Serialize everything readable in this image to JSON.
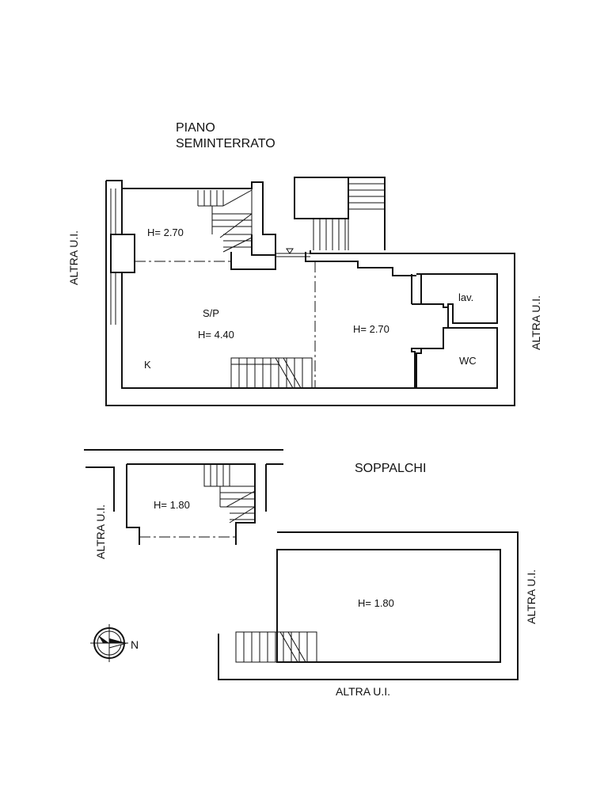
{
  "titles": {
    "floor_line1": "PIANO",
    "floor_line2": "SEMINTERRATO",
    "mezzanine": "SOPPALCHI"
  },
  "basement": {
    "room_top_left_height": "H= 2.70",
    "main_room_name": "S/P",
    "main_room_height": "H= 4.40",
    "kitchen_label": "K",
    "room_right_height": "H= 2.70",
    "laundry_label": "lav.",
    "wc_label": "WC",
    "adjacent_left": "ALTRA U.I.",
    "adjacent_right": "ALTRA U.I."
  },
  "mezzanines": {
    "left_height": "H= 1.80",
    "left_adjacent": "ALTRA U.I.",
    "right_height": "H= 1.80",
    "right_adjacent_side": "ALTRA U.I.",
    "right_adjacent_bottom": "ALTRA U.I."
  },
  "compass": {
    "north_label": "N"
  }
}
